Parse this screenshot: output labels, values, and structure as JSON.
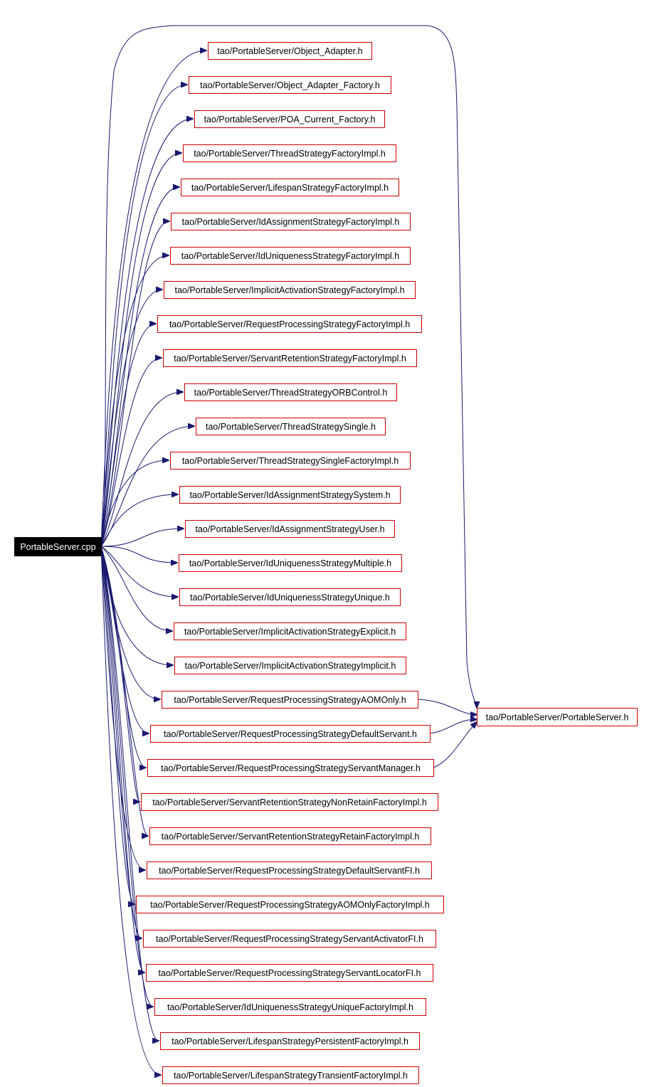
{
  "colors": {
    "edge": "#191970",
    "node_border": "#cc0000",
    "root_fill": "#000000",
    "root_text": "#ffffff",
    "node_text": "#000000",
    "background": "#ffffff"
  },
  "root": {
    "label": "PortableServer.cpp"
  },
  "hub": {
    "label": "tao/PortableServer/PortableServer.h"
  },
  "includes": [
    {
      "label": "tao/PortableServer/Object_Adapter.h"
    },
    {
      "label": "tao/PortableServer/Object_Adapter_Factory.h"
    },
    {
      "label": "tao/PortableServer/POA_Current_Factory.h"
    },
    {
      "label": "tao/PortableServer/ThreadStrategyFactoryImpl.h"
    },
    {
      "label": "tao/PortableServer/LifespanStrategyFactoryImpl.h"
    },
    {
      "label": "tao/PortableServer/IdAssignmentStrategyFactoryImpl.h"
    },
    {
      "label": "tao/PortableServer/IdUniquenessStrategyFactoryImpl.h"
    },
    {
      "label": "tao/PortableServer/ImplicitActivationStrategyFactoryImpl.h"
    },
    {
      "label": "tao/PortableServer/RequestProcessingStrategyFactoryImpl.h"
    },
    {
      "label": "tao/PortableServer/ServantRetentionStrategyFactoryImpl.h"
    },
    {
      "label": "tao/PortableServer/ThreadStrategyORBControl.h"
    },
    {
      "label": "tao/PortableServer/ThreadStrategySingle.h"
    },
    {
      "label": "tao/PortableServer/ThreadStrategySingleFactoryImpl.h"
    },
    {
      "label": "tao/PortableServer/IdAssignmentStrategySystem.h"
    },
    {
      "label": "tao/PortableServer/IdAssignmentStrategyUser.h"
    },
    {
      "label": "tao/PortableServer/IdUniquenessStrategyMultiple.h"
    },
    {
      "label": "tao/PortableServer/IdUniquenessStrategyUnique.h"
    },
    {
      "label": "tao/PortableServer/ImplicitActivationStrategyExplicit.h"
    },
    {
      "label": "tao/PortableServer/ImplicitActivationStrategyImplicit.h"
    },
    {
      "label": "tao/PortableServer/RequestProcessingStrategyAOMOnly.h"
    },
    {
      "label": "tao/PortableServer/RequestProcessingStrategyDefaultServant.h"
    },
    {
      "label": "tao/PortableServer/RequestProcessingStrategyServantManager.h"
    },
    {
      "label": "tao/PortableServer/ServantRetentionStrategyNonRetainFactoryImpl.h"
    },
    {
      "label": "tao/PortableServer/ServantRetentionStrategyRetainFactoryImpl.h"
    },
    {
      "label": "tao/PortableServer/RequestProcessingStrategyDefaultServantFI.h"
    },
    {
      "label": "tao/PortableServer/RequestProcessingStrategyAOMOnlyFactoryImpl.h"
    },
    {
      "label": "tao/PortableServer/RequestProcessingStrategyServantActivatorFI.h"
    },
    {
      "label": "tao/PortableServer/RequestProcessingStrategyServantLocatorFI.h"
    },
    {
      "label": "tao/PortableServer/IdUniquenessStrategyUniqueFactoryImpl.h"
    },
    {
      "label": "tao/PortableServer/LifespanStrategyPersistentFactoryImpl.h"
    },
    {
      "label": "tao/PortableServer/LifespanStrategyTransientFactoryImpl.h"
    }
  ]
}
